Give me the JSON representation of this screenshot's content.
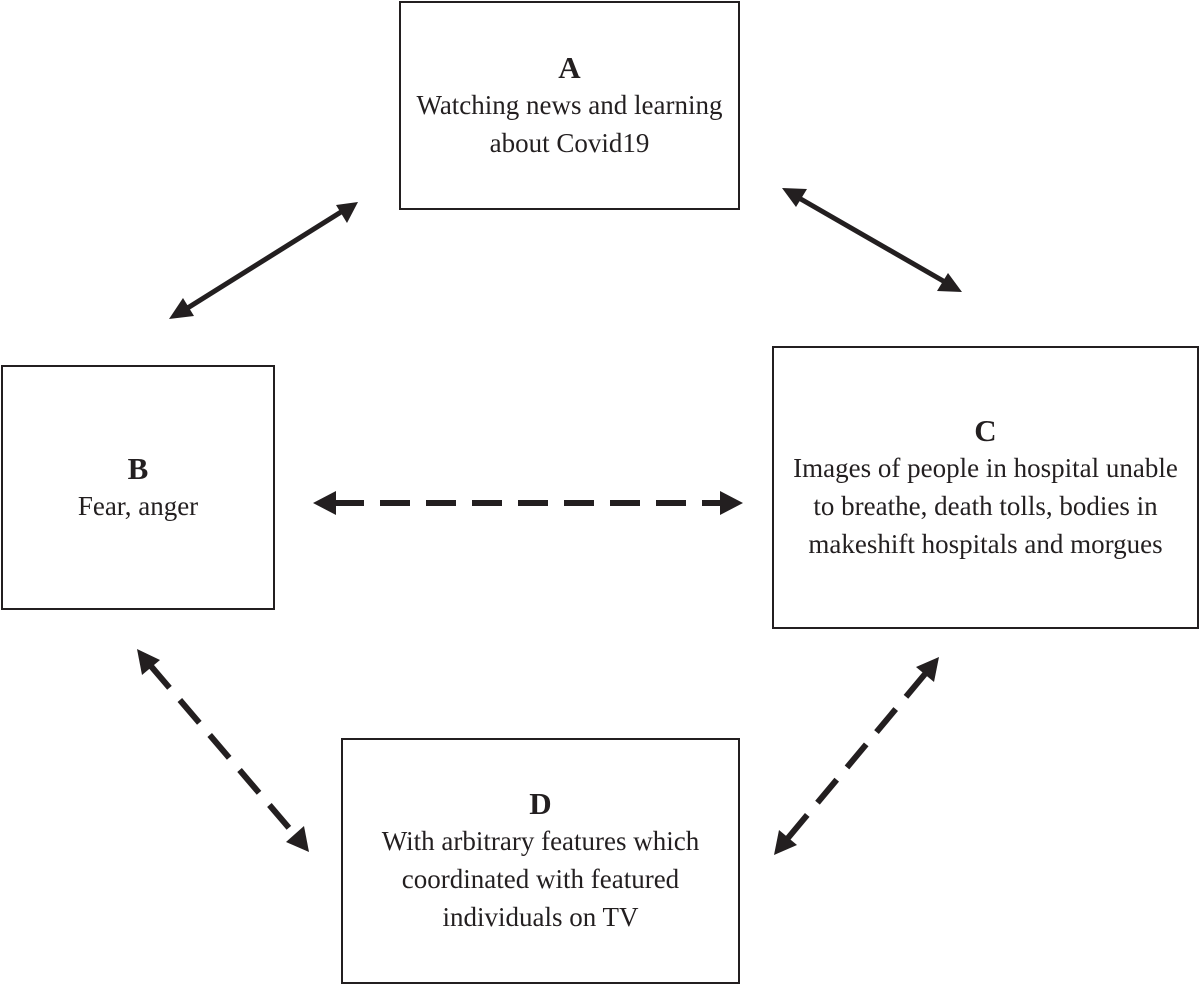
{
  "nodes": {
    "a": {
      "letter": "A",
      "text": "Watching news and learning about Covid19"
    },
    "b": {
      "letter": "B",
      "text": "Fear, anger"
    },
    "c": {
      "letter": "C",
      "text": "Images of people in hospital unable to breathe, death tolls, bodies in makeshift hospitals and morgues"
    },
    "d": {
      "letter": "D",
      "text": "With arbitrary features which coordinated with featured individuals on TV"
    }
  },
  "edges": [
    {
      "from": "B",
      "to": "A",
      "style": "solid",
      "direction": "bidirectional"
    },
    {
      "from": "A",
      "to": "C",
      "style": "solid",
      "direction": "bidirectional"
    },
    {
      "from": "B",
      "to": "C",
      "style": "dashed",
      "direction": "bidirectional"
    },
    {
      "from": "B",
      "to": "D",
      "style": "dashed",
      "direction": "bidirectional"
    },
    {
      "from": "D",
      "to": "C",
      "style": "dashed",
      "direction": "bidirectional"
    }
  ],
  "colors": {
    "ink": "#231f20",
    "background": "#ffffff"
  }
}
